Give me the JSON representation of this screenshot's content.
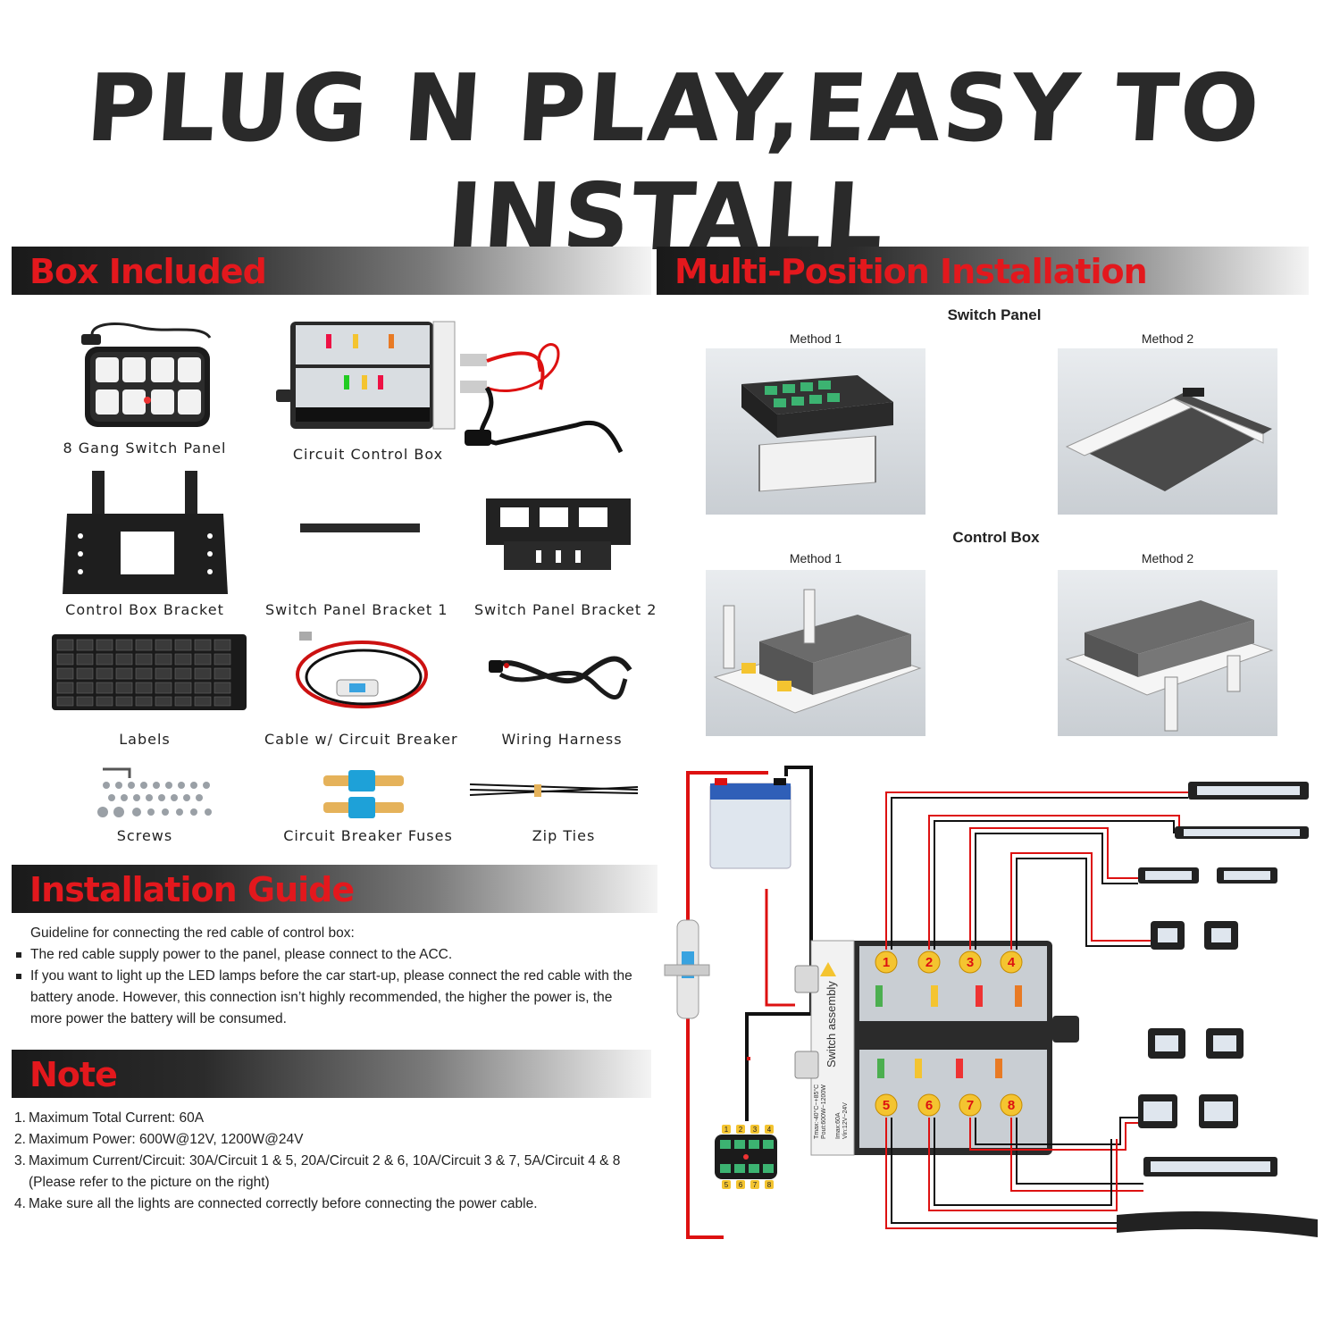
{
  "header": {
    "title": "PLUG N PLAY,EASY TO INSTALL"
  },
  "sections": {
    "box": "Box Included",
    "multi": "Multi-Position Installation",
    "install": "Installation Guide",
    "note": "Note"
  },
  "box_items": [
    "8 Gang Switch Panel",
    "Circuit Control Box",
    "Control Box Bracket",
    "Switch Panel Bracket 1",
    "Switch Panel Bracket 2",
    "Labels",
    "Cable w/ Circuit Breaker",
    "Wiring Harness",
    "Screws",
    "Circuit Breaker Fuses",
    "Zip Ties"
  ],
  "multi": {
    "switch_panel": "Switch Panel",
    "control_box": "Control Box",
    "method1": "Method 1",
    "method2": "Method 2"
  },
  "install": {
    "intro": "Guideline for connecting the red cable of control box:",
    "bullets": [
      "The red cable supply power to the panel, please connect to the ACC.",
      "If you want to light up the LED lamps before the car start-up, please connect the red cable with the battery anode. However, this connection isn’t highly recommended, the higher the power is, the more power the battery will be consumed."
    ]
  },
  "notes": [
    {
      "n": "1.",
      "t": "Maximum Total Current: 60A"
    },
    {
      "n": "2.",
      "t": "Maximum Power: 600W@12V, 1200W@24V"
    },
    {
      "n": "3.",
      "t": "Maximum Current/Circuit: 30A/Circuit 1 & 5, 20A/Circuit 2 & 6, 10A/Circuit 3 & 7, 5A/Circuit 4 & 8 (Please refer to the picture on the right)"
    },
    {
      "n": "4.",
      "t": "Make sure all the lights are connected correctly before connecting the power cable."
    }
  ],
  "diagram": {
    "box_label": "Switch assembly",
    "specs": [
      "Vin:12V~24V",
      "Imax:60A",
      "Pout:600W~1200W",
      "Tmax:-40°C~+85°C"
    ],
    "circuits": [
      "1",
      "2",
      "3",
      "4",
      "5",
      "6",
      "7",
      "8"
    ],
    "panel_top": [
      "1",
      "2",
      "3",
      "4"
    ],
    "panel_bottom": [
      "5",
      "6",
      "7",
      "8"
    ]
  }
}
